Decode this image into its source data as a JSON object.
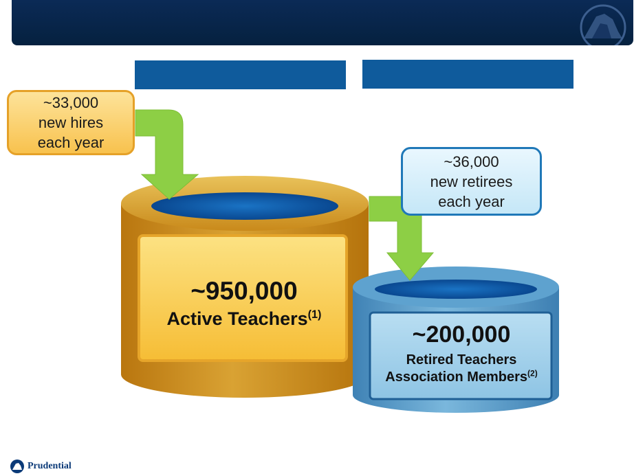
{
  "header": {
    "logo_icon": "rock-icon"
  },
  "hires": {
    "line1": "~33,000",
    "line2": "new hires",
    "line3": "each year"
  },
  "retirees": {
    "line1": "~36,000",
    "line2": "new retirees",
    "line3": "each year"
  },
  "active": {
    "count": "~950,000",
    "label": "Active Teachers",
    "footnote": "(1)"
  },
  "retired": {
    "count": "~200,000",
    "label_line1": "Retired Teachers",
    "label_line2": "Association Members",
    "footnote": "(2)"
  },
  "footer": {
    "brand": "Prudential",
    "logo_icon": "rock-icon"
  },
  "colors": {
    "banner": "#05213f",
    "label_bar": "#0f5b9c",
    "arrow": "#8dcf45",
    "active_barrel": "#c98a1b",
    "retired_barrel": "#5ea2cf",
    "water": "#0b5aa8"
  }
}
